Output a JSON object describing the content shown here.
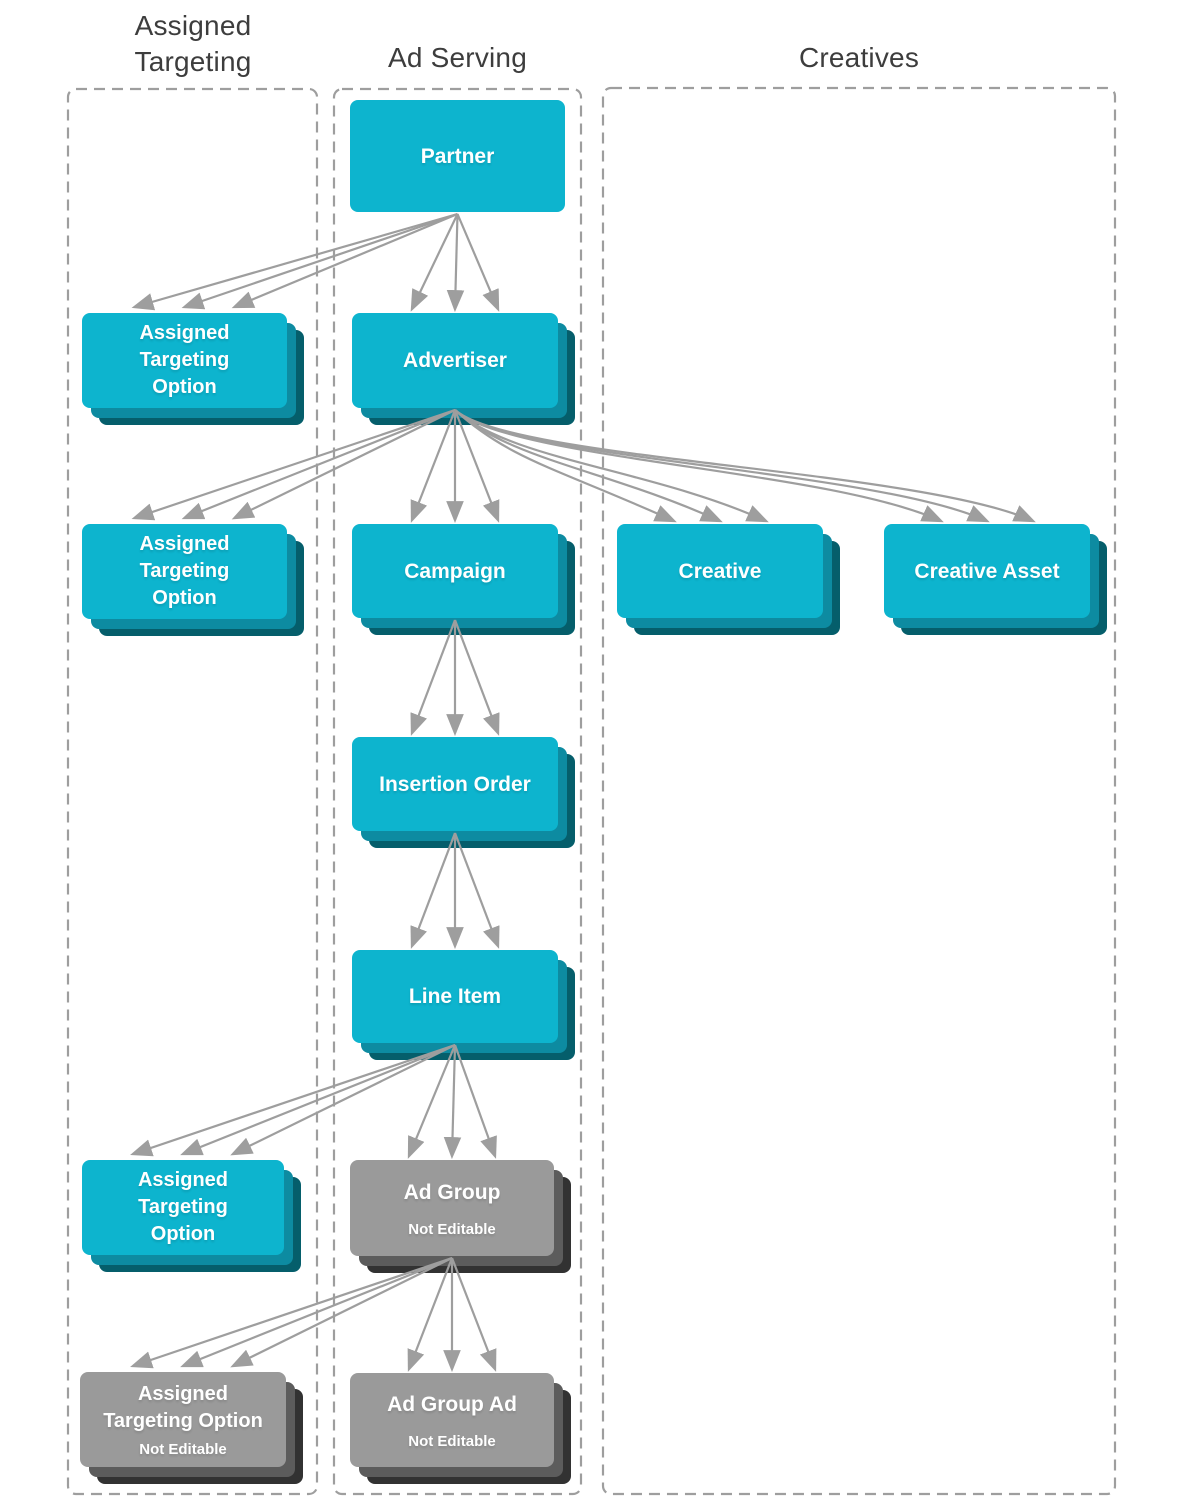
{
  "diagram": {
    "columns": [
      {
        "id": "assigned-targeting",
        "title": "Assigned Targeting"
      },
      {
        "id": "ad-serving",
        "title": "Ad Serving"
      },
      {
        "id": "creatives",
        "title": "Creatives"
      }
    ],
    "nodes": [
      {
        "id": "partner",
        "column": "ad-serving",
        "lines": [
          "Partner"
        ],
        "sublabel": "",
        "editable": true,
        "stacked": false
      },
      {
        "id": "advertiser",
        "column": "ad-serving",
        "lines": [
          "Advertiser"
        ],
        "sublabel": "",
        "editable": true,
        "stacked": true
      },
      {
        "id": "ato-partner",
        "column": "assigned-targeting",
        "lines": [
          "Assigned",
          "Targeting",
          "Option"
        ],
        "sublabel": "",
        "editable": true,
        "stacked": true
      },
      {
        "id": "campaign",
        "column": "ad-serving",
        "lines": [
          "Campaign"
        ],
        "sublabel": "",
        "editable": true,
        "stacked": true
      },
      {
        "id": "ato-advertiser",
        "column": "assigned-targeting",
        "lines": [
          "Assigned",
          "Targeting",
          "Option"
        ],
        "sublabel": "",
        "editable": true,
        "stacked": true
      },
      {
        "id": "creative",
        "column": "creatives",
        "lines": [
          "Creative"
        ],
        "sublabel": "",
        "editable": true,
        "stacked": true
      },
      {
        "id": "creative-asset",
        "column": "creatives",
        "lines": [
          "Creative Asset"
        ],
        "sublabel": "",
        "editable": true,
        "stacked": true
      },
      {
        "id": "insertion-order",
        "column": "ad-serving",
        "lines": [
          "Insertion Order"
        ],
        "sublabel": "",
        "editable": true,
        "stacked": true
      },
      {
        "id": "line-item",
        "column": "ad-serving",
        "lines": [
          "Line Item"
        ],
        "sublabel": "",
        "editable": true,
        "stacked": true
      },
      {
        "id": "ato-line-item",
        "column": "assigned-targeting",
        "lines": [
          "Assigned",
          "Targeting",
          "Option"
        ],
        "sublabel": "",
        "editable": true,
        "stacked": true
      },
      {
        "id": "ad-group",
        "column": "ad-serving",
        "lines": [
          "Ad Group"
        ],
        "sublabel": "Not Editable",
        "editable": false,
        "stacked": true
      },
      {
        "id": "ad-group-ad",
        "column": "ad-serving",
        "lines": [
          "Ad Group Ad"
        ],
        "sublabel": "Not Editable",
        "editable": false,
        "stacked": true
      },
      {
        "id": "ato-ad-group",
        "column": "assigned-targeting",
        "lines": [
          "Assigned",
          "Targeting Option"
        ],
        "sublabel": "Not Editable",
        "editable": false,
        "stacked": true
      }
    ],
    "edges": [
      {
        "from": "partner",
        "to": "advertiser"
      },
      {
        "from": "partner",
        "to": "ato-partner"
      },
      {
        "from": "advertiser",
        "to": "campaign"
      },
      {
        "from": "advertiser",
        "to": "ato-advertiser"
      },
      {
        "from": "advertiser",
        "to": "creative"
      },
      {
        "from": "advertiser",
        "to": "creative-asset"
      },
      {
        "from": "campaign",
        "to": "insertion-order"
      },
      {
        "from": "insertion-order",
        "to": "line-item"
      },
      {
        "from": "line-item",
        "to": "ad-group"
      },
      {
        "from": "line-item",
        "to": "ato-line-item"
      },
      {
        "from": "ad-group",
        "to": "ad-group-ad"
      },
      {
        "from": "ad-group",
        "to": "ato-ad-group"
      }
    ],
    "colors": {
      "node_fill": "#0db4ce",
      "node_fill_mid": "#0d8ba1",
      "node_fill_back": "#055e6b",
      "gray_fill": "#9a9a9a",
      "gray_fill_mid": "#5c5c5c",
      "gray_fill_back": "#323232",
      "arrow": "#9e9e9e",
      "border_dash": "#9e9e9e",
      "title_text": "#3d3d3d",
      "node_text": "#ffffff"
    }
  }
}
